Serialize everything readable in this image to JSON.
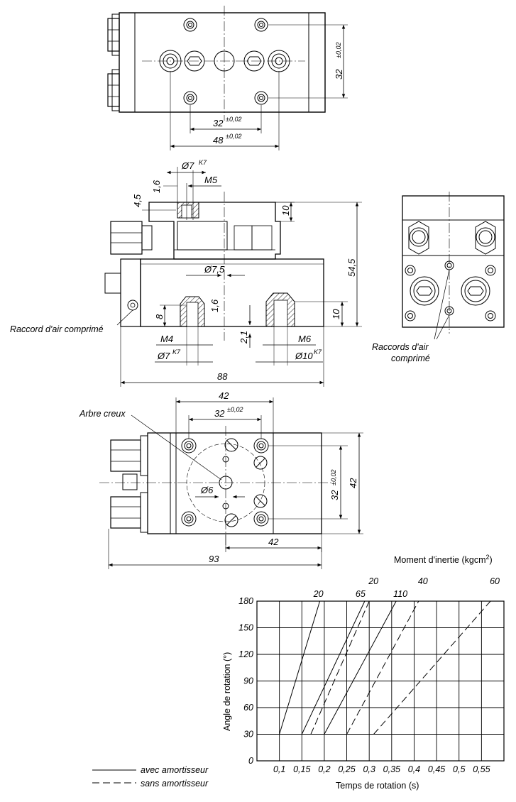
{
  "drawing": {
    "top_view": {
      "dim_vertical": "32",
      "dim_vertical_tol": "±0,02",
      "dim_inner": "32",
      "dim_inner_tol": "±0,02",
      "dim_outer": "48",
      "dim_outer_tol": "±0,02"
    },
    "section_view": {
      "d_7": "Ø7",
      "d_7_fit": "K7",
      "d_1_6_top": "1,6",
      "d_m5": "M5",
      "d_4_5": "4,5",
      "d_10_top": "10",
      "d_54_5": "54,5",
      "d_7_5": "Ø7,5",
      "d_8": "8",
      "d_1_6_mid": "1,6",
      "d_10_bot": "10",
      "d_2_1": "2,1",
      "d_m4": "M4",
      "d_m6": "M6",
      "d_7_low": "Ø7",
      "d_7_low_fit": "K7",
      "d_10_low": "Ø10",
      "d_10_low_fit": "K7",
      "d_88": "88",
      "label_air": "Raccord d'air comprimé"
    },
    "side_view": {
      "label_line1": "Raccords d'air",
      "label_line2": "comprimé"
    },
    "bottom_view": {
      "d_42_top": "42",
      "d_32": "32",
      "d_32_tol": "±0,02",
      "label_arbre": "Arbre creux",
      "d_6": "Ø6",
      "d_32_vert": "32",
      "d_32_vert_tol": "±0,02",
      "d_42_vert": "42",
      "d_42_bottom": "42",
      "d_93": "93"
    }
  },
  "chart_data": {
    "type": "line",
    "title": "Moment d'inertie (kgcm",
    "title_superscript": "2",
    "title_suffix": ")",
    "xlabel": "Temps de rotation (s)",
    "ylabel": "Angle de rotation (°)",
    "xlim": [
      0.05,
      0.6
    ],
    "ylim": [
      0,
      180
    ],
    "x_ticks": [
      "0,1",
      "0,15",
      "0,2",
      "0,25",
      "0,3",
      "0,35",
      "0,4",
      "0,45",
      "0,5",
      "0,55"
    ],
    "y_ticks": [
      "0",
      "30",
      "60",
      "90",
      "120",
      "150",
      "180"
    ],
    "x_tick_values": [
      0.1,
      0.15,
      0.2,
      0.25,
      0.3,
      0.35,
      0.4,
      0.45,
      0.5,
      0.55
    ],
    "y_tick_values": [
      0,
      30,
      60,
      90,
      120,
      150,
      180
    ],
    "grid": true,
    "series": [
      {
        "name": "20",
        "style": "solid",
        "x": [
          0.1,
          0.19
        ],
        "y": [
          30,
          180
        ]
      },
      {
        "name": "65",
        "style": "solid",
        "x": [
          0.15,
          0.29
        ],
        "y": [
          30,
          180
        ]
      },
      {
        "name": "20",
        "style": "dashed",
        "x": [
          0.17,
          0.3
        ],
        "y": [
          30,
          180
        ]
      },
      {
        "name": "110",
        "style": "solid",
        "x": [
          0.2,
          0.36
        ],
        "y": [
          30,
          180
        ]
      },
      {
        "name": "40",
        "style": "dashed",
        "x": [
          0.25,
          0.41
        ],
        "y": [
          30,
          180
        ]
      },
      {
        "name": "60",
        "style": "dashed",
        "x": [
          0.31,
          0.57
        ],
        "y": [
          30,
          180
        ]
      }
    ],
    "legend": [
      {
        "style": "solid",
        "label": "avec amortisseur"
      },
      {
        "style": "dashed",
        "label": "sans amortisseur"
      }
    ]
  }
}
